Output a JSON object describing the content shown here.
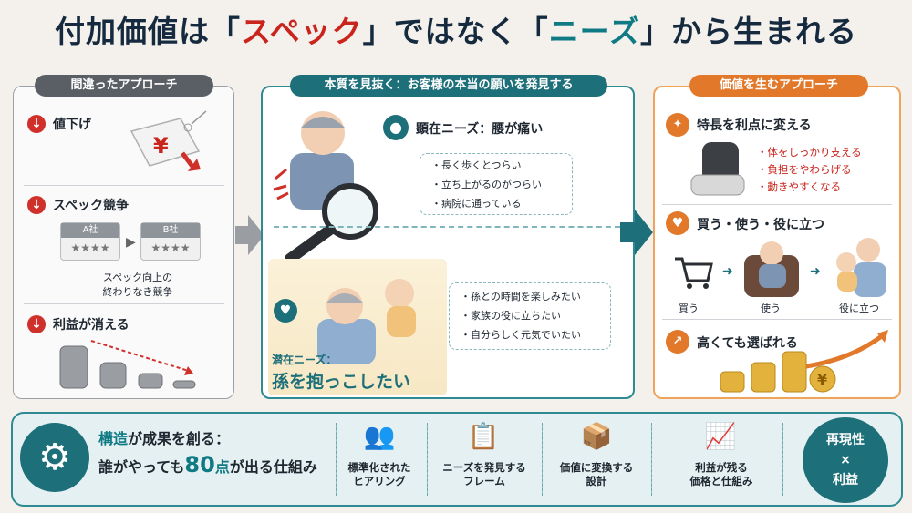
{
  "title": {
    "part1": "付加価値は",
    "q1a": "「",
    "spec": "スペック",
    "q1b": "」",
    "part2": "ではなく",
    "q2a": "「",
    "needs": "ニーズ",
    "q2b": "」",
    "part3": "から生まれる"
  },
  "left": {
    "header": "間違ったアプローチ",
    "item1": "値下げ",
    "yen": "¥",
    "item2": "スペック競争",
    "companyA": "A社",
    "companyB": "B社",
    "stars": "★★★★",
    "spec_caption1": "スペック向上の",
    "spec_caption2": "終わりなき競争",
    "item3": "利益が消える"
  },
  "middle": {
    "header": "本質を見抜く：お客様の本当の願いを発見する",
    "explicit_title": "顕在ニーズ：腰が痛い",
    "explicit": [
      "長く歩くとつらい",
      "立ち上がるのがつらい",
      "病院に通っている"
    ],
    "latent_label": "潜在ニーズ：",
    "latent_main": "孫を抱っこしたい",
    "latent": [
      "孫との時間を楽しみたい",
      "家族の役に立ちたい",
      "自分らしく元気でいたい"
    ]
  },
  "right": {
    "header": "価値を生むアプローチ",
    "item1": "特長を利点に変える",
    "benefits": [
      "体をしっかり支える",
      "負担をやわらげる",
      "動きやすくなる"
    ],
    "item2": "買う・使う・役に立つ",
    "flow": [
      "買う",
      "使う",
      "役に立つ"
    ],
    "item3": "高くても選ばれる",
    "yen": "¥"
  },
  "bottom": {
    "line1a": "構造",
    "line1b": "が成果を創る：",
    "line2a": "誰がやっても",
    "line2b": "80",
    "line2c": "点",
    "line2d": "が出る仕組み",
    "items": [
      {
        "l1": "標準化された",
        "l2": "ヒアリング"
      },
      {
        "l1": "ニーズを発見する",
        "l2": "フレーム"
      },
      {
        "l1": "価値に変換する",
        "l2": "設計"
      },
      {
        "l1": "利益が残る",
        "l2": "価格と仕組み"
      }
    ],
    "badge1": "再現性",
    "badge2": "×",
    "badge3": "利益"
  },
  "colors": {
    "accent_red": "#c9251d",
    "teal": "#0f7a84",
    "orange": "#e2782a"
  }
}
